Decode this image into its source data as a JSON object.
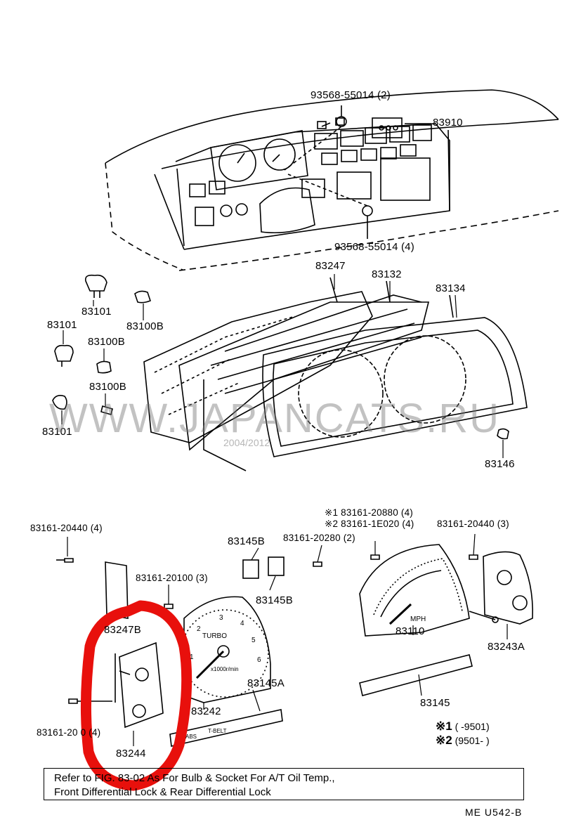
{
  "labels": {
    "p93568_top": "93568-55014 (2)",
    "p83910": "83910",
    "p93568_bottom": "93568-55014 (4)",
    "p83247": "83247",
    "p83132": "83132",
    "p83134": "83134",
    "p83101_a": "83101",
    "p83100B_a": "83100B",
    "p83101_b": "83101",
    "p83100B_b": "83100B",
    "p83100B_c": "83100B",
    "p83101_c": "83101",
    "p83146": "83146",
    "p83161_20440_left": "83161-20440 (4)",
    "p83145B_top": "83145B",
    "p83161_20280": "83161-20280 (2)",
    "p83161_20880": "※1 83161-20880 (4)",
    "p83161_1E020": "※2 83161-1E020 (4)",
    "p83161_20440_right": "83161-20440 (3)",
    "p83161_20100": "83161-20100 (3)",
    "p83145B_bottom": "83145B",
    "p83247B": "83247B",
    "p83242": "83242",
    "p83145A": "83145A",
    "p83110": "83110",
    "p83243A": "83243A",
    "p83145": "83145",
    "p83161_20_0": "83161-20  0 (4)",
    "p83244": "83244"
  },
  "gauge_text": {
    "turbo": "TURBO",
    "rpm_unit": "x1000r/min",
    "mph": "MPH",
    "abs": "ABS",
    "belt": "T-BELT",
    "tach_numbers": [
      "1",
      "2",
      "3",
      "4",
      "5",
      "6"
    ]
  },
  "legend": {
    "row1_mark": "※1",
    "row1_text": "(      -9501)",
    "row2_mark": "※2",
    "row2_text": "(9501-      )"
  },
  "note": "Refer to FIG. 83-02 As For Bulb & Socket For A/T Oil Temp.,\nFront Differential Lock & Rear Differential Lock",
  "figure_code": "ME  U542-B",
  "watermark": {
    "text": "WWW.JAPANCATS.RU",
    "date": "2004/2012"
  },
  "colors": {
    "highlight": "#e8100c",
    "line": "#000000",
    "watermark": "#8a8a8a"
  }
}
